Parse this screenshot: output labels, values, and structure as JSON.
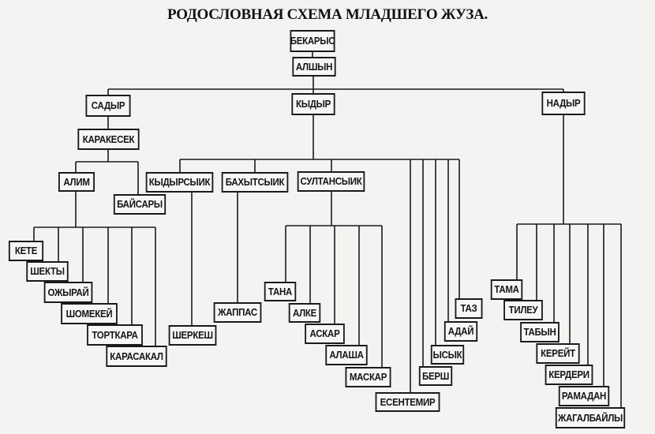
{
  "title": "РОДОСЛОВНАЯ СХЕМА МЛАДШЕГО ЖУЗА.",
  "nodes": {
    "bekarys": "БЕКАРЫС",
    "alshyn": "АЛШЫН",
    "sadyr": "САДЫР",
    "kydyr": "КЫДЫР",
    "nadyr": "НАДЫР",
    "karakesek": "КАРАКЕСЕК",
    "alim": "АЛИМ",
    "baisary": "БАЙСАРЫ",
    "kydyrsyik": "КЫДЫРСЫИК",
    "bakhytsyik": "БАХЫТСЫИК",
    "sultansyik": "СУЛТАНСЫИК",
    "kete": "КЕТЕ",
    "shekty": "ШЕКТЫ",
    "ozhyrai": "ОЖЫРАЙ",
    "shomekei": "ШОМЕКЕЙ",
    "tortkara": "ТОРТКАРА",
    "karasakal": "КАРАСАКАЛ",
    "sherkesh": "ШЕРКЕШ",
    "zhappas": "ЖАППАС",
    "tana": "ТАНА",
    "alke": "АЛКЕ",
    "askar": "АСКАР",
    "alasha": "АЛАША",
    "maskar": "МАСКАР",
    "esentemir": "ЕСЕНТЕМИР",
    "bersh": "БЕРШ",
    "ysyk": "ЫСЫК",
    "adai": "АДАЙ",
    "taz": "ТАЗ",
    "tama": "ТАМА",
    "tileu": "ТИЛЕУ",
    "tabyn": "ТАБЫН",
    "kereit": "КЕРЕЙТ",
    "kerderi": "КЕРДЕРИ",
    "ramadan": "РАМАДАН",
    "zhagalbaily": "ЖАГАЛБАЙЛЫ"
  }
}
